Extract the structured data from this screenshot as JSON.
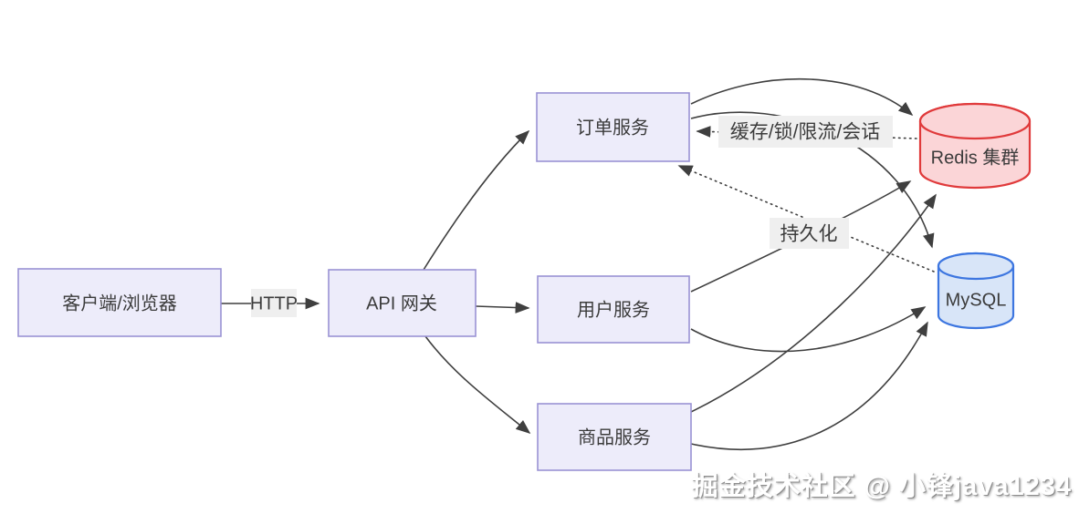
{
  "diagram_type": "microservice-architecture-flow",
  "nodes": {
    "client": {
      "label": "客户端/浏览器",
      "shape": "rect"
    },
    "gateway": {
      "label": "API 网关",
      "shape": "rect"
    },
    "order_service": {
      "label": "订单服务",
      "shape": "rect"
    },
    "user_service": {
      "label": "用户服务",
      "shape": "rect"
    },
    "product_service": {
      "label": "商品服务",
      "shape": "rect"
    },
    "redis": {
      "label": "Redis 集群",
      "shape": "cylinder"
    },
    "mysql": {
      "label": "MySQL",
      "shape": "cylinder"
    }
  },
  "edge_labels": {
    "http": "HTTP",
    "cache": "缓存/锁/限流/会话",
    "persist": "持久化"
  },
  "edges": [
    {
      "from": "client",
      "to": "gateway",
      "style": "solid",
      "label": "HTTP"
    },
    {
      "from": "gateway",
      "to": "order_service",
      "style": "solid",
      "label": ""
    },
    {
      "from": "gateway",
      "to": "user_service",
      "style": "solid",
      "label": ""
    },
    {
      "from": "gateway",
      "to": "product_service",
      "style": "solid",
      "label": ""
    },
    {
      "from": "order_service",
      "to": "redis",
      "style": "solid",
      "label": ""
    },
    {
      "from": "order_service",
      "to": "mysql",
      "style": "solid",
      "label": ""
    },
    {
      "from": "user_service",
      "to": "redis",
      "style": "solid",
      "label": ""
    },
    {
      "from": "user_service",
      "to": "mysql",
      "style": "solid",
      "label": ""
    },
    {
      "from": "product_service",
      "to": "redis",
      "style": "solid",
      "label": ""
    },
    {
      "from": "product_service",
      "to": "mysql",
      "style": "solid",
      "label": ""
    },
    {
      "from": "redis",
      "to": "order_service",
      "style": "dotted",
      "label": "缓存/锁/限流/会话"
    },
    {
      "from": "mysql",
      "to": "order_service",
      "style": "dotted",
      "label": "持久化"
    }
  ],
  "colors": {
    "box_fill": "#edecfa",
    "box_border": "#9a92d4",
    "redis_fill": "#fbd5d7",
    "redis_border": "#e03a3b",
    "mysql_fill": "#d8e5f8",
    "mysql_border": "#3d76e0",
    "arrow": "#3f3f3f",
    "edge_label_bg": "#efefef",
    "text": "#3b3b3b"
  },
  "watermark": {
    "text": "掘金技术社区 @ 小锋java1234"
  }
}
